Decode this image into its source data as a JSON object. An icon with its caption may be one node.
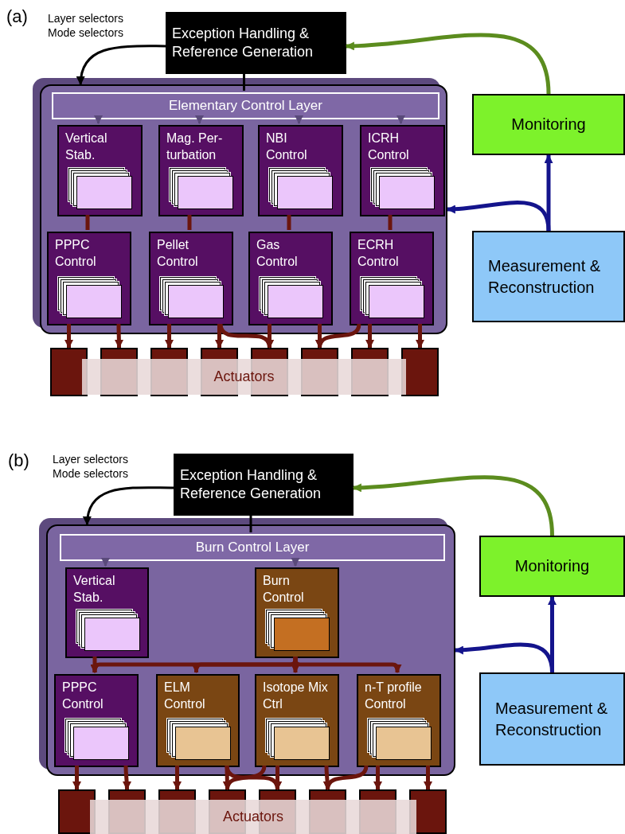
{
  "diagram": {
    "nodes": [
      {
        "text": [
          "Exception Handling & Reference Generation"
        ]
      },
      {
        "text": [],
        "shape": "box"
      },
      {
        "text": [
          "Elementary Control Layer"
        ],
        "in": 1
      },
      {
        "text": [
          "Vertical Stab."
        ],
        "in": 1
      },
      {
        "text": [
          "Mag. Per- turbation"
        ],
        "in": 1
      },
      {
        "text": [
          "NBI Control"
        ],
        "in": 1
      },
      {
        "text": [
          "ICRH Control"
        ],
        "in": 1
      },
      {
        "text": [
          "PPPC Control"
        ],
        "in": 1
      },
      {
        "text": [
          "Pellet Control"
        ],
        "in": 1
      },
      {
        "text": [
          "Gas Control"
        ],
        "in": 1
      },
      {
        "text": [
          "ECRH Control"
        ],
        "in": 1
      },
      {
        "text": [],
        "shape": "box"
      },
      {
        "text": [],
        "shape": "box"
      },
      {
        "text": [],
        "shape": "box"
      },
      {
        "text": [],
        "shape": "box"
      },
      {
        "text": [],
        "shape": "box"
      },
      {
        "text": [],
        "shape": "box"
      },
      {
        "text": [],
        "shape": "box"
      },
      {
        "text": [],
        "shape": "box"
      },
      {
        "text": [
          "Monitoring"
        ]
      },
      {
        "text": [
          "Measurement & Reconstruction"
        ]
      },
      {
        "text": [
          "Exception Handling & Reference Generation"
        ]
      },
      {
        "text": [],
        "shape": "box"
      },
      {
        "text": [
          "Burn Control Layer"
        ],
        "in": 22
      },
      {
        "text": [
          "Vertical Stab."
        ],
        "in": 22
      },
      {
        "text": [
          "Burn Control"
        ],
        "in": 22
      },
      {
        "text": [
          "PPPC Control"
        ],
        "in": 22
      },
      {
        "text": [
          "ELM Control"
        ],
        "in": 22
      },
      {
        "text": [
          "Isotope Mix Ctrl"
        ],
        "in": 22
      },
      {
        "text": [
          "n-T profile Control"
        ],
        "in": 22
      },
      {
        "text": [],
        "shape": "box"
      },
      {
        "text": [],
        "shape": "box"
      },
      {
        "text": [],
        "shape": "box"
      },
      {
        "text": [],
        "shape": "box"
      },
      {
        "text": [],
        "shape": "box"
      },
      {
        "text": [],
        "shape": "box"
      },
      {
        "text": [],
        "shape": "box"
      },
      {
        "text": [],
        "shape": "box"
      },
      {
        "text": [
          "Monitoring"
        ]
      },
      {
        "text": [
          "Measurement & Reconstruction"
        ]
      }
    ],
    "edges": [
      {
        "from": 0,
        "to": 1,
        "arrow": "to",
        "color": "#000000"
      },
      {
        "from": 0,
        "to": 2,
        "arrow": "none",
        "color": "#000000"
      },
      {
        "from": 2,
        "to": 3,
        "arrow": "to",
        "color": "#5a4a7a"
      },
      {
        "from": 2,
        "to": 4,
        "arrow": "to",
        "color": "#5a4a7a"
      },
      {
        "from": 2,
        "to": 5,
        "arrow": "to",
        "color": "#5a4a7a"
      },
      {
        "from": 2,
        "to": 6,
        "arrow": "to",
        "color": "#5a4a7a"
      },
      {
        "from": 3,
        "to": 7,
        "arrow": "none"
      },
      {
        "from": 4,
        "to": 8,
        "arrow": "none"
      },
      {
        "from": 5,
        "to": 9,
        "arrow": "none"
      },
      {
        "from": 6,
        "to": 10,
        "arrow": "none"
      },
      {
        "from": 7,
        "to": 11,
        "arrow": "to"
      },
      {
        "from": 7,
        "to": 12,
        "arrow": "to"
      },
      {
        "from": 8,
        "to": 13,
        "arrow": "to"
      },
      {
        "from": 8,
        "to": 14,
        "arrow": "to"
      },
      {
        "from": 8,
        "to": 15,
        "arrow": "to"
      },
      {
        "from": 9,
        "to": 15,
        "arrow": "to"
      },
      {
        "from": 9,
        "to": 16,
        "arrow": "to"
      },
      {
        "from": 10,
        "to": 16,
        "arrow": "to"
      },
      {
        "from": 10,
        "to": 17,
        "arrow": "to"
      },
      {
        "from": 10,
        "to": 18,
        "arrow": "to"
      },
      {
        "from": 20,
        "to": 19,
        "arrow": "to",
        "color": "#14148c"
      },
      {
        "from": 20,
        "to": 1,
        "arrow": "to",
        "color": "#14148c"
      },
      {
        "from": 19,
        "to": 0,
        "arrow": "to",
        "color": "#5b8c1e"
      },
      {
        "from": 21,
        "to": 22,
        "arrow": "to",
        "color": "#000000"
      },
      {
        "from": 21,
        "to": 23,
        "arrow": "none",
        "color": "#000000"
      },
      {
        "from": 23,
        "to": 24,
        "arrow": "to",
        "color": "#5a4a7a"
      },
      {
        "from": 23,
        "to": 25,
        "arrow": "to",
        "color": "#5a4a7a"
      },
      {
        "from": 24,
        "to": 26,
        "arrow": "to"
      },
      {
        "from": 25,
        "to": 26,
        "arrow": "to"
      },
      {
        "from": 25,
        "to": 27,
        "arrow": "to"
      },
      {
        "from": 25,
        "to": 28,
        "arrow": "to"
      },
      {
        "from": 25,
        "to": 29,
        "arrow": "to"
      },
      {
        "from": 26,
        "to": 30,
        "arrow": "to"
      },
      {
        "from": 26,
        "to": 31,
        "arrow": "to"
      },
      {
        "from": 27,
        "to": 32,
        "arrow": "to"
      },
      {
        "from": 27,
        "to": 33,
        "arrow": "to"
      },
      {
        "from": 27,
        "to": 34,
        "arrow": "to"
      },
      {
        "from": 28,
        "to": 33,
        "arrow": "to"
      },
      {
        "from": 28,
        "to": 34,
        "arrow": "to"
      },
      {
        "from": 28,
        "to": 35,
        "arrow": "to"
      },
      {
        "from": 29,
        "to": 35,
        "arrow": "to"
      },
      {
        "from": 29,
        "to": 36,
        "arrow": "to"
      },
      {
        "from": 29,
        "to": 37,
        "arrow": "to"
      },
      {
        "from": 39,
        "to": 38,
        "arrow": "to",
        "color": "#14148c"
      },
      {
        "from": 39,
        "to": 22,
        "arrow": "to",
        "color": "#14148c"
      },
      {
        "from": 38,
        "to": 21,
        "arrow": "to",
        "color": "#5b8c1e"
      }
    ],
    "labels": [
      "(a)",
      "Layer selectors Mode selectors",
      "Actuators",
      "(b)",
      "Layer selectors Mode selectors",
      "Actuators"
    ]
  }
}
